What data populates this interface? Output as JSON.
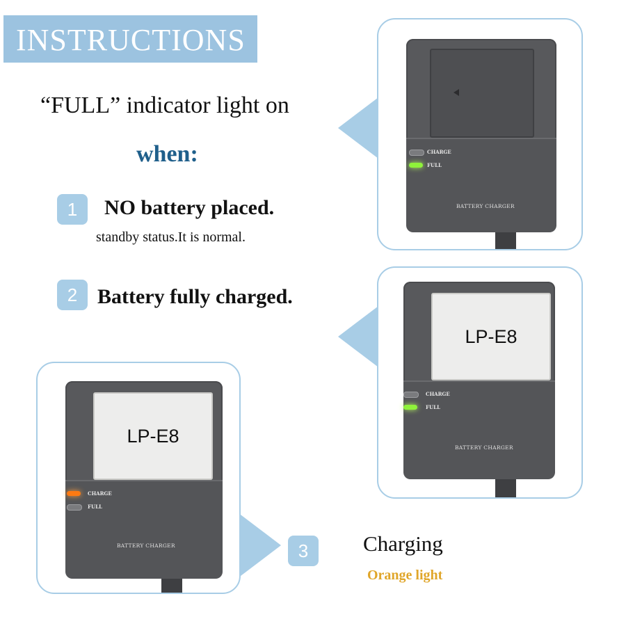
{
  "banner": {
    "title": "INSTRUCTIONS"
  },
  "heading": {
    "line1": "“FULL” indicator light on",
    "line2": "when:"
  },
  "steps": [
    {
      "number": "1",
      "title": "NO battery placed.",
      "subtitle": "standby status.It is normal."
    },
    {
      "number": "2",
      "title": "Battery fully charged."
    },
    {
      "number": "3",
      "title": "Charging",
      "subtitle": "Orange light"
    }
  ],
  "charger": {
    "charge_label": "CHARGE",
    "full_label": "FULL",
    "brand_label": "BATTERY CHARGER",
    "battery_label": "LP-E8"
  },
  "panels": [
    {
      "state": "no-battery",
      "charge_led": "off",
      "full_led": "green"
    },
    {
      "state": "fully-charged",
      "charge_led": "off",
      "full_led": "green"
    },
    {
      "state": "charging",
      "charge_led": "orange",
      "full_led": "off"
    }
  ],
  "colors": {
    "accent": "#a8cde6",
    "banner": "#9cc3e0",
    "when": "#1f5f8b",
    "orange_text": "#e0a62a",
    "led_green": "#8ff33a",
    "led_orange": "#ff7a12"
  }
}
